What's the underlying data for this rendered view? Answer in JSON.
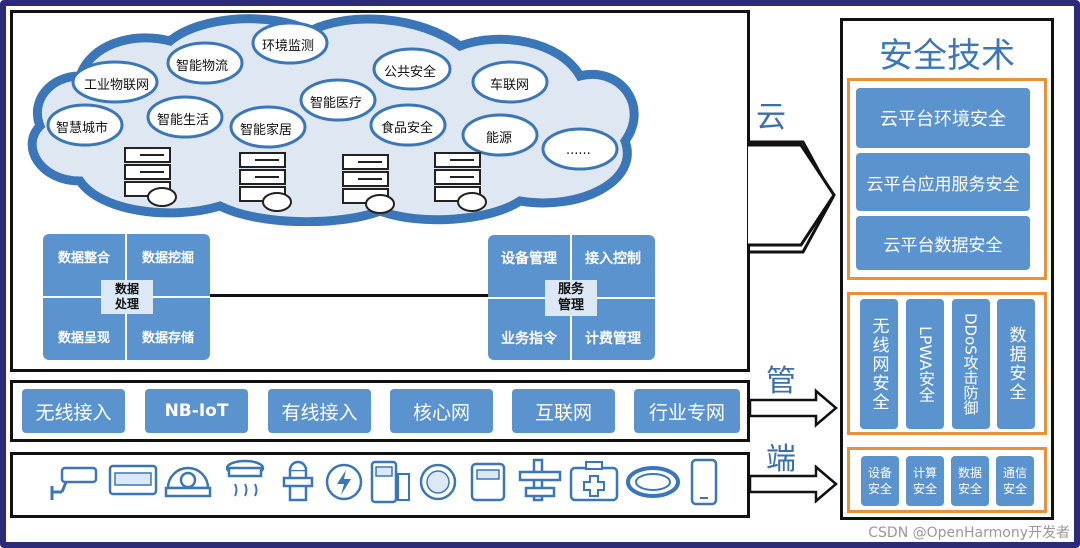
{
  "cloud_items": [
    "工业物联网",
    "智能物流",
    "环境监测",
    "公共安全",
    "车联网",
    "智慧城市",
    "智能生活",
    "智能家居",
    "智能医疗",
    "食品安全",
    "能源",
    "......"
  ],
  "data_processing": {
    "center": "数据\n处理",
    "tl": "数据整合",
    "tr": "数据挖掘",
    "bl": "数据呈现",
    "br": "数据存储"
  },
  "service_management": {
    "center": "服务\n管理",
    "tl": "设备管理",
    "tr": "接入控制",
    "bl": "业务指令",
    "br": "计费管理"
  },
  "pipe_items": [
    "无线接入",
    "NB-IoT",
    "有线接入",
    "核心网",
    "互联网",
    "行业专网"
  ],
  "layer_labels": {
    "cloud": "云",
    "pipe": "管",
    "end": "端"
  },
  "security": {
    "title": "安全技术",
    "cloud_items": [
      "云平台环境安全",
      "云平台应用服务安全",
      "云平台数据安全"
    ],
    "pipe_items": [
      "无线网安全",
      "LPWA安全",
      "DDoS攻击防御",
      "数据安全"
    ],
    "end_items": [
      "设备安全",
      "计算安全",
      "数据安全",
      "通信安全"
    ]
  },
  "device_icons": [
    "camera-icon",
    "meter-display-icon",
    "dome-camera-icon",
    "smoke-detector-icon",
    "fire-hydrant-icon",
    "power-icon",
    "smart-meter-icon",
    "water-meter-icon",
    "gas-meter-icon",
    "industrial-sensor-icon",
    "medical-kit-icon",
    "wristband-icon",
    "phone-icon"
  ],
  "watermark": "CSDN @OpenHarmony开发者",
  "colors": {
    "accent": "#5b93cf",
    "frame": "#2d2a7a",
    "highlight": "#e8913a"
  }
}
